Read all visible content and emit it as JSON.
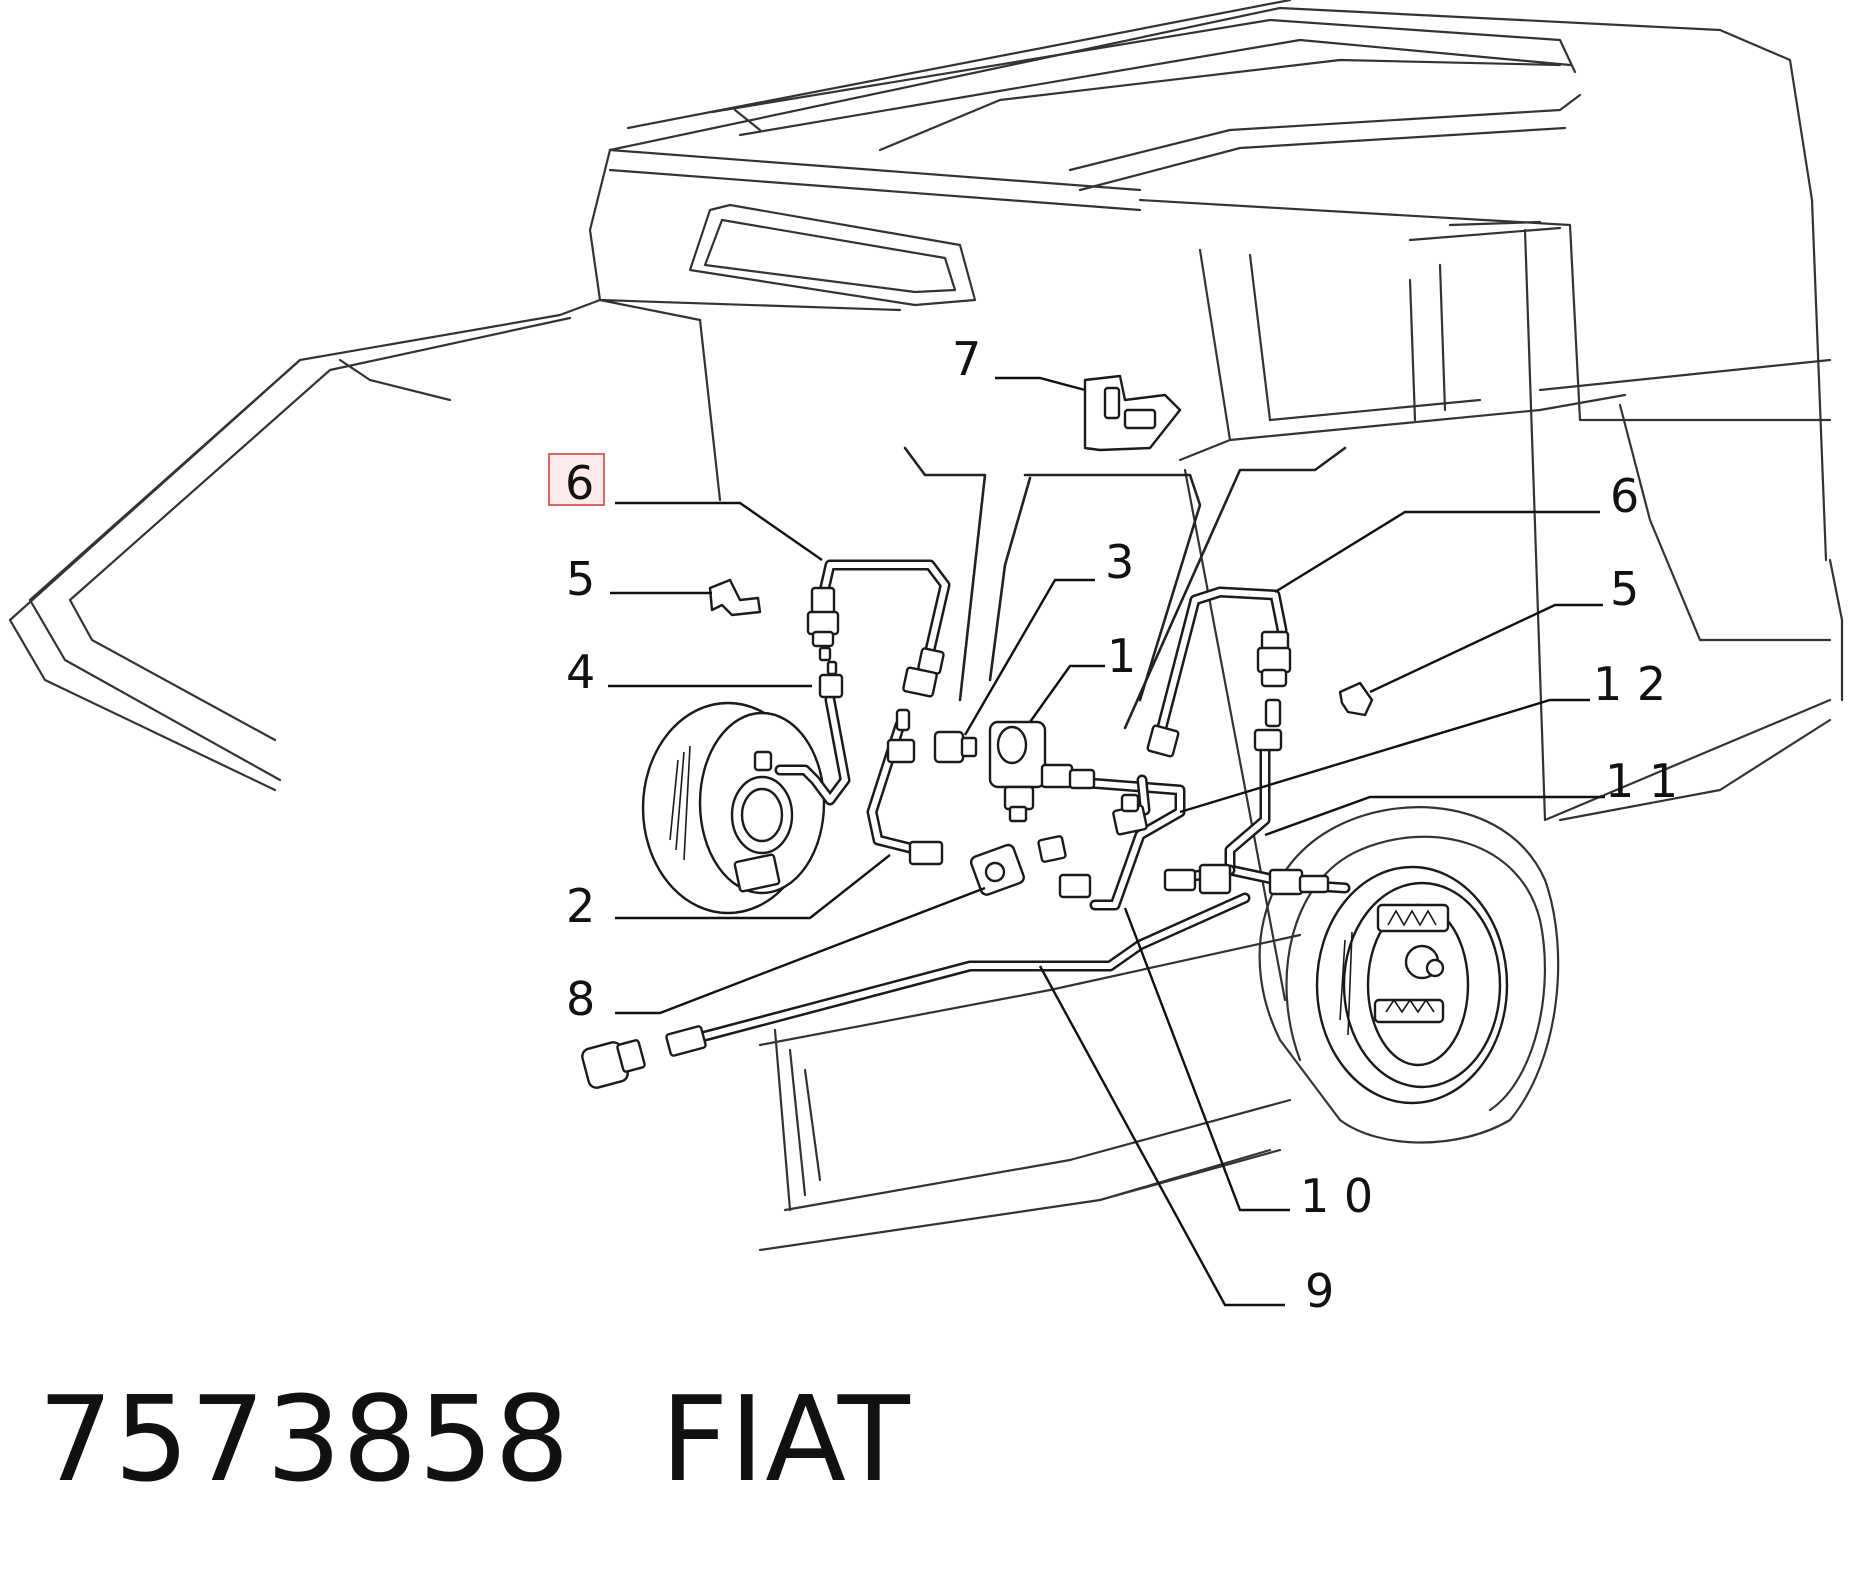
{
  "callouts": [
    {
      "id": "c1",
      "label": "1"
    },
    {
      "id": "c2",
      "label": "2"
    },
    {
      "id": "c3",
      "label": "3"
    },
    {
      "id": "c4",
      "label": "4"
    },
    {
      "id": "c5a",
      "label": "5"
    },
    {
      "id": "c5b",
      "label": "5"
    },
    {
      "id": "c6a",
      "label": "6",
      "highlighted": true
    },
    {
      "id": "c6b",
      "label": "6"
    },
    {
      "id": "c7",
      "label": "7"
    },
    {
      "id": "c8",
      "label": "8"
    },
    {
      "id": "c9",
      "label": "9"
    },
    {
      "id": "c10",
      "label": "1 0"
    },
    {
      "id": "c11",
      "label": "1 1"
    },
    {
      "id": "c12",
      "label": "1 2"
    }
  ],
  "footer": {
    "part_number": "7573858",
    "brand": "FIAT"
  },
  "colors": {
    "highlight_fill": "#fbeaea",
    "highlight_stroke": "#d96565",
    "ink": "#111111"
  }
}
